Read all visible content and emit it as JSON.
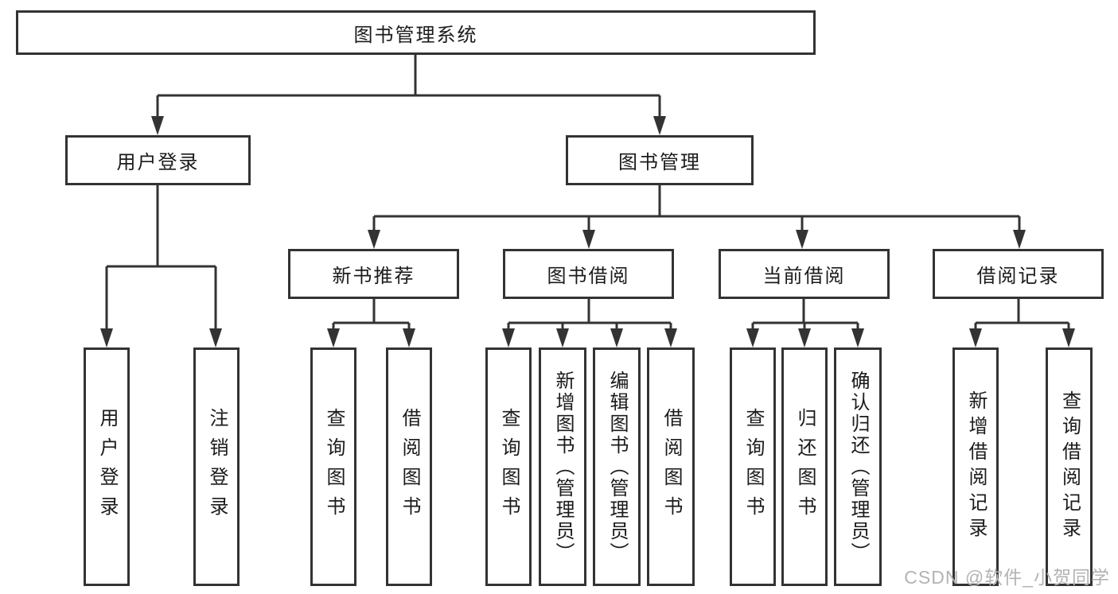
{
  "colors": {
    "line": "#333333",
    "box_border": "#333333",
    "text": "#1b1b1b",
    "box_background": "#ffffff",
    "page_background": "#ffffff",
    "watermark": "#b3b3b3"
  },
  "watermark": {
    "text": "CSDN @软件_小贺同学"
  },
  "tree": {
    "label": "图书管理系统",
    "children": [
      {
        "label": "用户登录",
        "children": [
          {
            "label": "用户登录"
          },
          {
            "label": "注销登录"
          }
        ]
      },
      {
        "label": "图书管理",
        "children": [
          {
            "label": "新书推荐",
            "children": [
              {
                "label": "查询图书"
              },
              {
                "label": "借阅图书"
              }
            ]
          },
          {
            "label": "图书借阅",
            "children": [
              {
                "label": "查询图书"
              },
              {
                "label": "新增图书（管理员）"
              },
              {
                "label": "编辑图书（管理员）"
              },
              {
                "label": "借阅图书"
              }
            ]
          },
          {
            "label": "当前借阅",
            "children": [
              {
                "label": "查询图书"
              },
              {
                "label": "归还图书"
              },
              {
                "label": "确认归还（管理员）"
              }
            ]
          },
          {
            "label": "借阅记录",
            "children": [
              {
                "label": "新增借阅记录"
              },
              {
                "label": "查询借阅记录"
              }
            ]
          }
        ]
      }
    ]
  }
}
